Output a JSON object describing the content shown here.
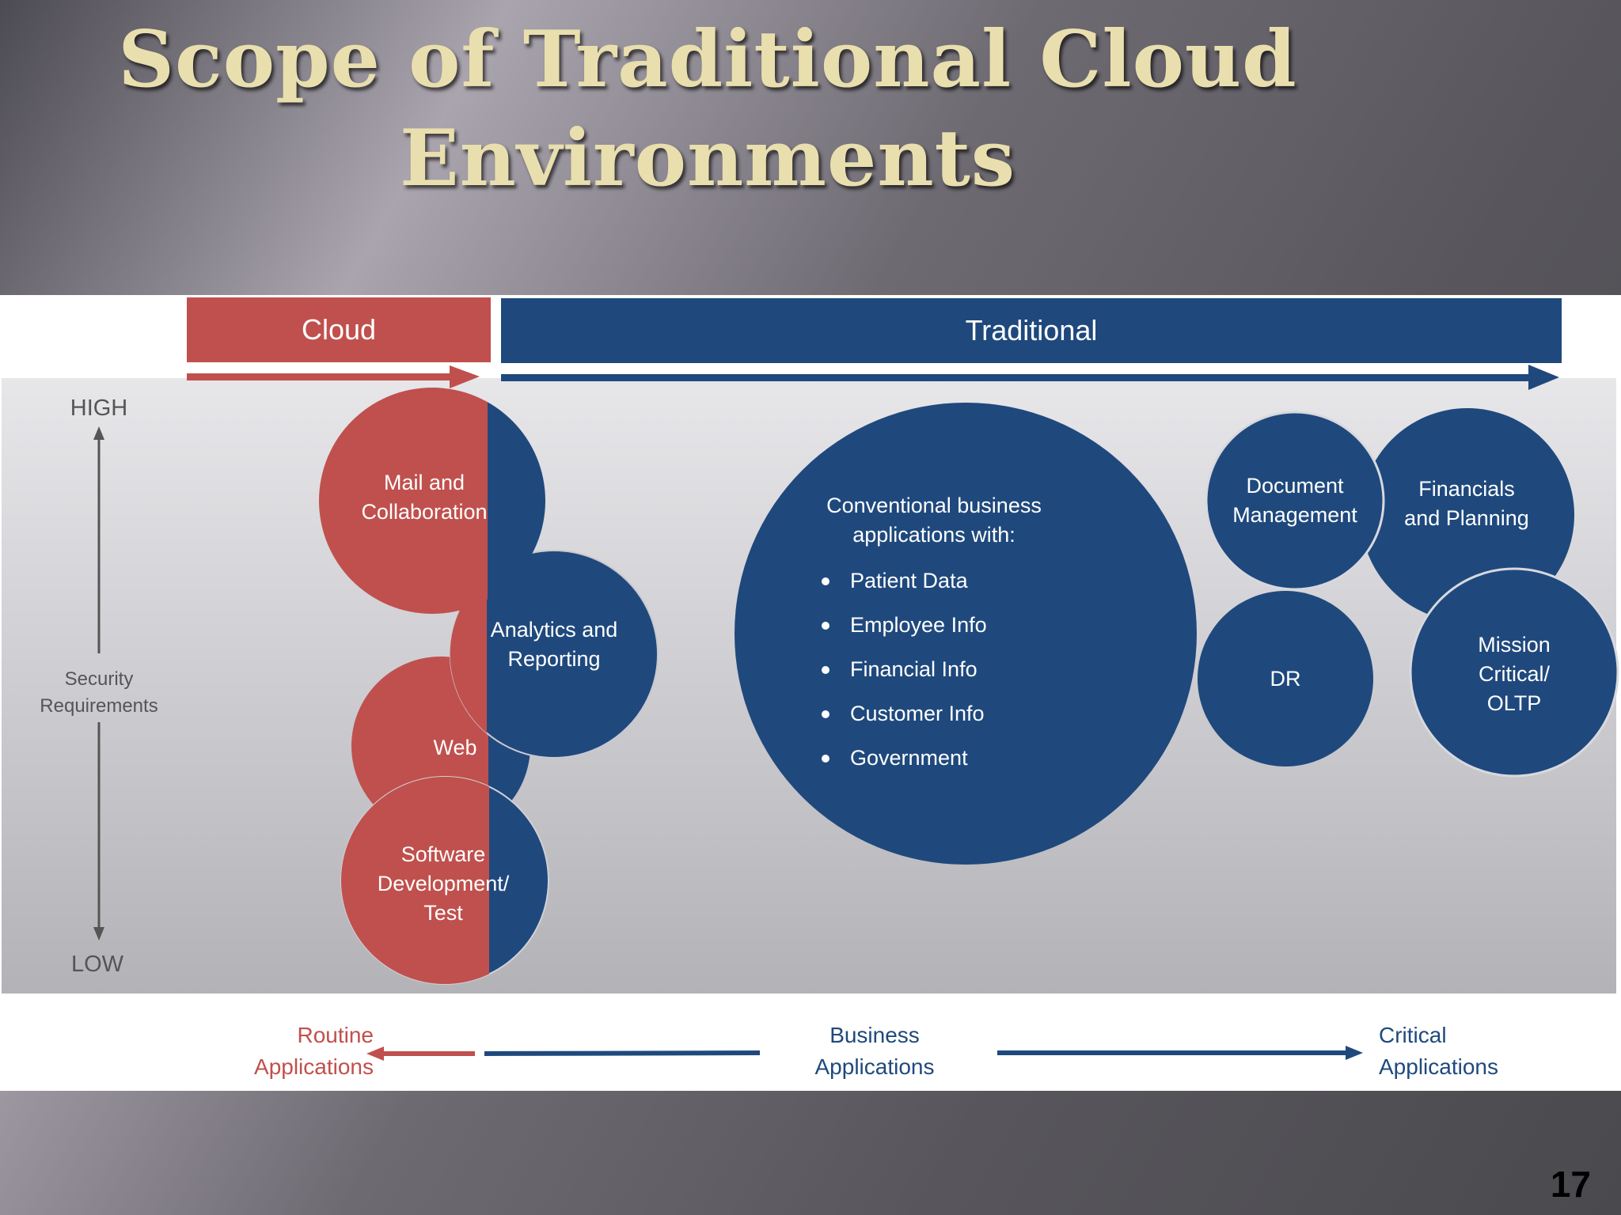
{
  "title": {
    "line1": "Scope of Traditional Cloud",
    "line2": "Environments"
  },
  "header": {
    "cloud": "Cloud",
    "traditional": "Traditional"
  },
  "y_axis": {
    "high": "HIGH",
    "low": "LOW",
    "label_line1": "Security",
    "label_line2": "Requirements"
  },
  "bubbles": {
    "mail": [
      "Mail and",
      "Collaboration"
    ],
    "analytics": [
      "Analytics and",
      "Reporting"
    ],
    "web": [
      "Web"
    ],
    "software": [
      "Software",
      "Development/",
      "Test"
    ],
    "conventional": [
      "Conventional business",
      "applications with:"
    ],
    "conventional_items": [
      "Patient Data",
      "Employee Info",
      "Financial Info",
      "Customer Info",
      "Government"
    ],
    "document": [
      "Document",
      "Management"
    ],
    "financials": [
      "Financials",
      "and Planning"
    ],
    "dr": [
      "DR"
    ],
    "mission": [
      "Mission",
      "Critical/",
      "OLTP"
    ]
  },
  "x_axis": {
    "routine": [
      "Routine",
      "Applications"
    ],
    "business": [
      "Business",
      "Applications"
    ],
    "critical": [
      "Critical",
      "Applications"
    ]
  },
  "colors": {
    "cloud_red": "#c0504d",
    "traditional_blue": "#1f497d",
    "title_gold": "#e9dfae"
  },
  "page_number": "17"
}
